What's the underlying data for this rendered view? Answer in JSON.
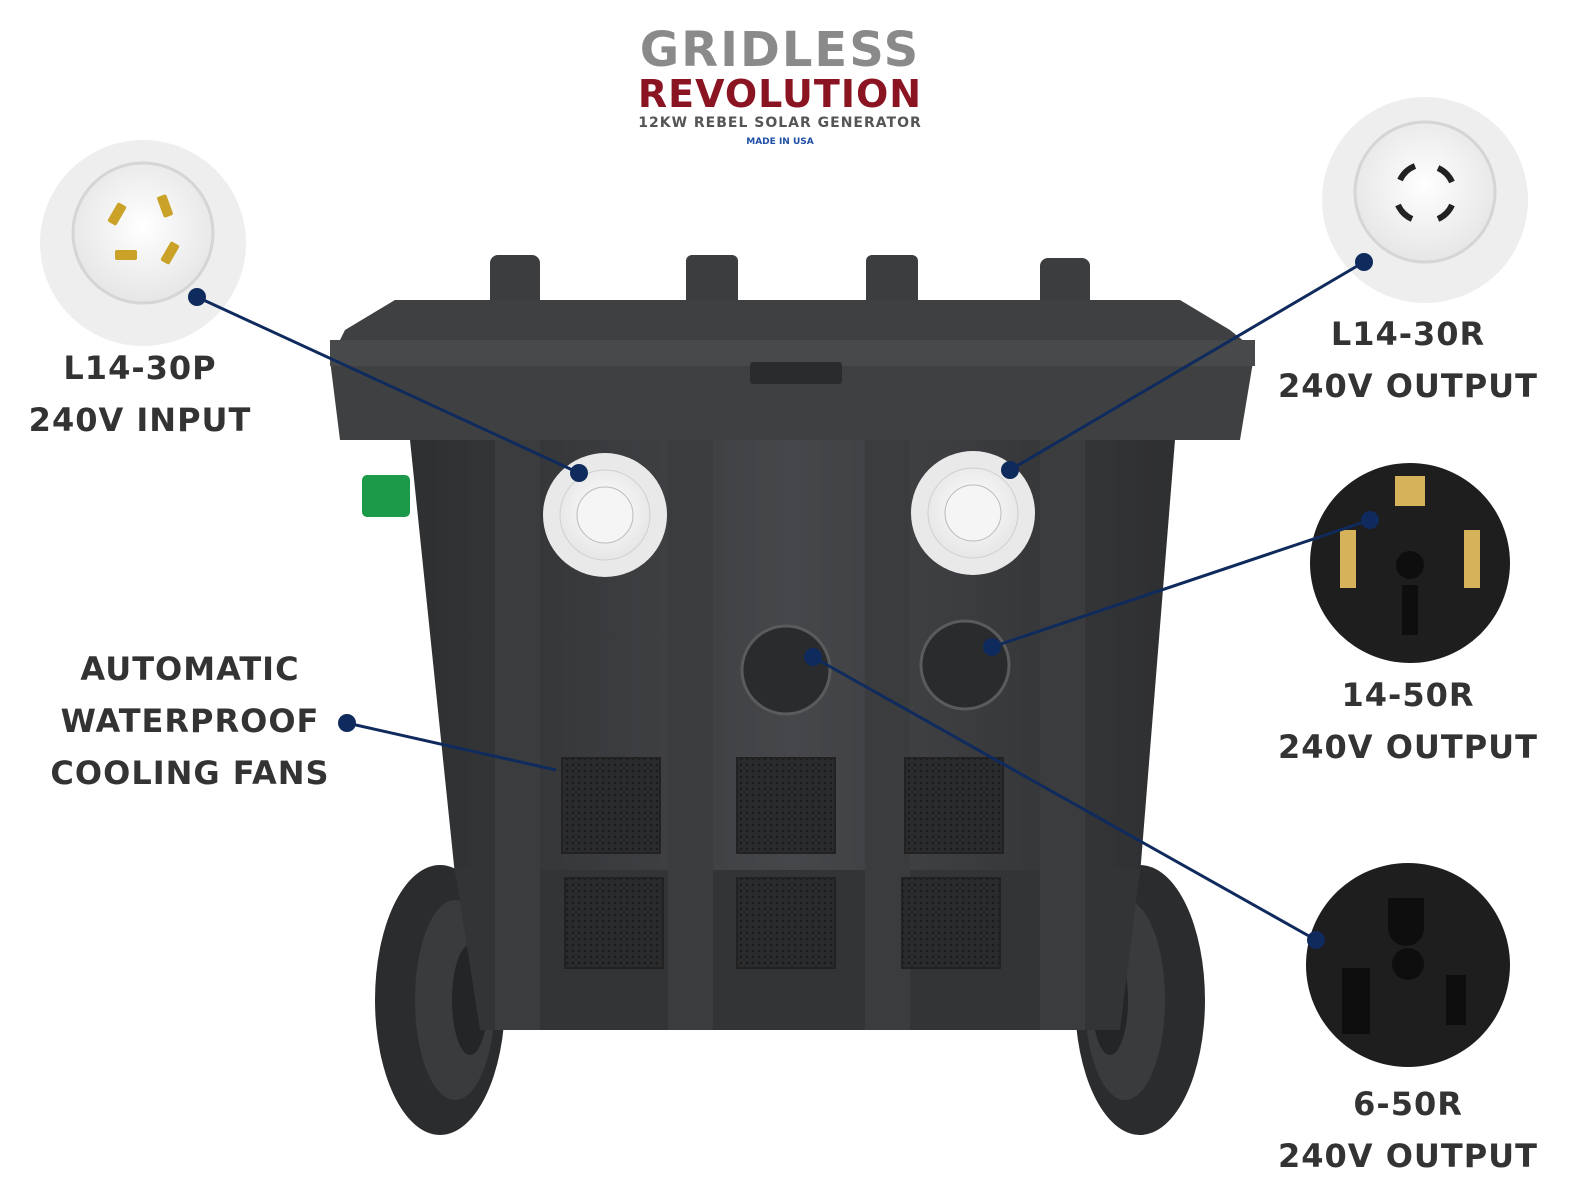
{
  "logo": {
    "line1": "GRIDLESS",
    "line2": "REVOLUTION",
    "line3": "12KW REBEL SOLAR GENERATOR",
    "line4": "MADE IN USA"
  },
  "callouts": {
    "l14_30p": {
      "name": "L14-30P",
      "desc": "240V INPUT"
    },
    "l14_30r": {
      "name": "L14-30R",
      "desc": "240V OUTPUT"
    },
    "fans": {
      "line1": "AUTOMATIC",
      "line2": "WATERPROOF",
      "line3": "COOLING FANS"
    },
    "r14_50": {
      "name": "14-50R",
      "desc": "240V OUTPUT"
    },
    "r6_50": {
      "name": "6-50R",
      "desc": "240V OUTPUT"
    }
  },
  "colors": {
    "label_text": "#333333",
    "leader_line": "#0f2a5c",
    "brand_red": "#8b1423",
    "body_dark": "#3a3b3d"
  }
}
